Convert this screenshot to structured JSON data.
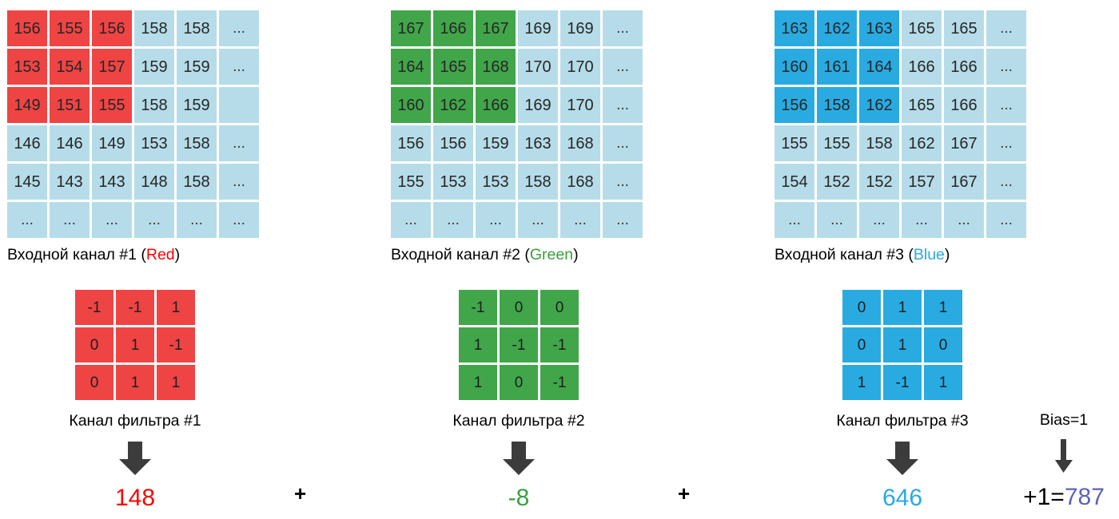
{
  "diagram": {
    "title": "Multi-channel convolution with bias",
    "colors": {
      "red": "#ef4444",
      "green": "#41a64a",
      "blue": "#29abe2",
      "light_blue": "#b6dce9",
      "arrow": "#3c3c3c",
      "sum": "#5f63ad",
      "text": "#262626"
    }
  },
  "channels": [
    {
      "id": "red",
      "caption_prefix": "Входной канал #1 (",
      "caption_tag": "Red",
      "caption_suffix": ")",
      "matrix": [
        [
          "156",
          "155",
          "156",
          "158",
          "158",
          "..."
        ],
        [
          "153",
          "154",
          "157",
          "159",
          "159",
          "..."
        ],
        [
          "149",
          "151",
          "155",
          "158",
          "159",
          ""
        ],
        [
          "146",
          "146",
          "149",
          "153",
          "158",
          "..."
        ],
        [
          "145",
          "143",
          "143",
          "148",
          "158",
          "..."
        ],
        [
          "...",
          "...",
          "...",
          "...",
          "...",
          "..."
        ]
      ],
      "highlight_rows": 3,
      "highlight_cols": 3,
      "filter_caption": "Канал фильтра #1",
      "kernel": [
        [
          "-1",
          "-1",
          "1"
        ],
        [
          "0",
          "1",
          "-1"
        ],
        [
          "0",
          "1",
          "1"
        ]
      ],
      "result": "148"
    },
    {
      "id": "green",
      "caption_prefix": "Входной канал #2 (",
      "caption_tag": "Green",
      "caption_suffix": ")",
      "matrix": [
        [
          "167",
          "166",
          "167",
          "169",
          "169",
          "..."
        ],
        [
          "164",
          "165",
          "168",
          "170",
          "170",
          "..."
        ],
        [
          "160",
          "162",
          "166",
          "169",
          "170",
          "..."
        ],
        [
          "156",
          "156",
          "159",
          "163",
          "168",
          "..."
        ],
        [
          "155",
          "153",
          "153",
          "158",
          "168",
          "..."
        ],
        [
          "...",
          "...",
          "...",
          "...",
          "...",
          "..."
        ]
      ],
      "highlight_rows": 3,
      "highlight_cols": 3,
      "filter_caption": "Канал фильтра #2",
      "kernel": [
        [
          "-1",
          "0",
          "0"
        ],
        [
          "1",
          "-1",
          "-1"
        ],
        [
          "1",
          "0",
          "-1"
        ]
      ],
      "result": "-8"
    },
    {
      "id": "blue",
      "caption_prefix": "Входной канал #3 (",
      "caption_tag": "Blue",
      "caption_suffix": ")",
      "matrix": [
        [
          "163",
          "162",
          "163",
          "165",
          "165",
          "..."
        ],
        [
          "160",
          "161",
          "164",
          "166",
          "166",
          "..."
        ],
        [
          "156",
          "158",
          "162",
          "165",
          "166",
          "..."
        ],
        [
          "155",
          "155",
          "158",
          "162",
          "167",
          "..."
        ],
        [
          "154",
          "152",
          "152",
          "157",
          "167",
          "..."
        ],
        [
          "...",
          "...",
          "...",
          "...",
          "...",
          "..."
        ]
      ],
      "highlight_rows": 3,
      "highlight_cols": 3,
      "filter_caption": "Канал фильтра #3",
      "kernel": [
        [
          "0",
          "1",
          "1"
        ],
        [
          "0",
          "1",
          "0"
        ],
        [
          "1",
          "-1",
          "1"
        ]
      ],
      "result": "646"
    }
  ],
  "operators": {
    "plus_1": "+",
    "plus_2": "+"
  },
  "bias": {
    "label": "Bias=1",
    "result_prefix": "+1=",
    "sum": "787"
  }
}
